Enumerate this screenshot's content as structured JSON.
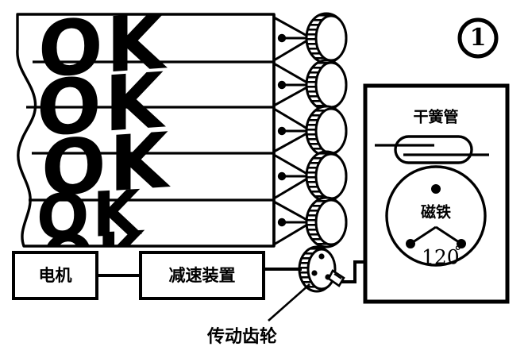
{
  "figure": {
    "marker_label": "1",
    "marker_name": "figure-number-one"
  },
  "display_board": {
    "name": "rotating-slat-display-board",
    "slat_count": 5,
    "slats": [
      {
        "index": 1,
        "text": "OK",
        "fragment": "top-crop"
      },
      {
        "index": 2,
        "text": "OK",
        "fragment": "upper-middle"
      },
      {
        "index": 3,
        "text": "OK",
        "fragment": "middle"
      },
      {
        "index": 4,
        "text": "OK",
        "fragment": "lower-middle"
      },
      {
        "index": 5,
        "text": "OK",
        "fragment": "bottom-full"
      }
    ],
    "displayed_message": "OK"
  },
  "gear_train": {
    "name": "vertical-gear-column",
    "slat_gear_count": 5,
    "drive_gear_label": "传动齿轮",
    "drive_gear_magnet_count": 3
  },
  "blocks": [
    {
      "id": "motor",
      "label": "电机"
    },
    {
      "id": "reducer",
      "label": "减速装置"
    }
  ],
  "detail_panel": {
    "name": "sensor-detail-inset",
    "reed_switch": {
      "label": "干簧管",
      "contact_count": 2
    },
    "magnet": {
      "label": "磁铁",
      "pole_count": 3,
      "angle_value": "120",
      "angle_unit": "°",
      "angle_text": "120°"
    }
  },
  "annotations": [
    {
      "id": "drive-gear-callout",
      "label": "传动齿轮"
    }
  ],
  "colors": {
    "ink": "#000000",
    "paper": "#ffffff"
  }
}
